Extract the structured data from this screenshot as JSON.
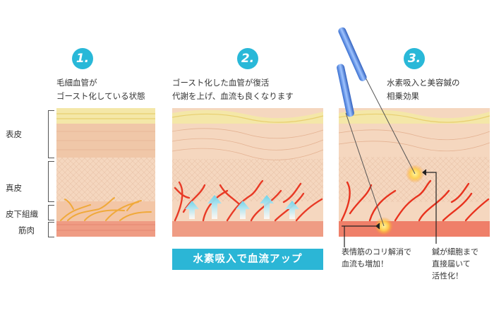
{
  "steps": [
    {
      "number": "1.",
      "caption_lines": [
        "毛細血管が",
        "ゴースト化している状態"
      ]
    },
    {
      "number": "2.",
      "caption_lines": [
        "ゴースト化した血管が復活",
        "代謝を上げ、血流も良くなります"
      ]
    },
    {
      "number": "3.",
      "caption_lines": [
        "水素吸入と美容鍼の",
        "相乗効果"
      ]
    }
  ],
  "layers": {
    "epidermis": "表皮",
    "dermis": "真皮",
    "subcutaneous": "皮下組織",
    "muscle": "筋肉"
  },
  "banner": "水素吸入で血流アップ",
  "notes": {
    "muscle_note": [
      "表情筋のコリ解消で",
      "血流も増加！"
    ],
    "needle_note": [
      "鍼が細胞まで",
      "直接届いて",
      "活性化！"
    ]
  },
  "colors": {
    "step_badge": "#29b8d8",
    "banner": "#2bb6d6",
    "skin": "#f3d2b8",
    "vessel_ghost": "#f0a93a",
    "vessel_active": "#e8321e"
  }
}
